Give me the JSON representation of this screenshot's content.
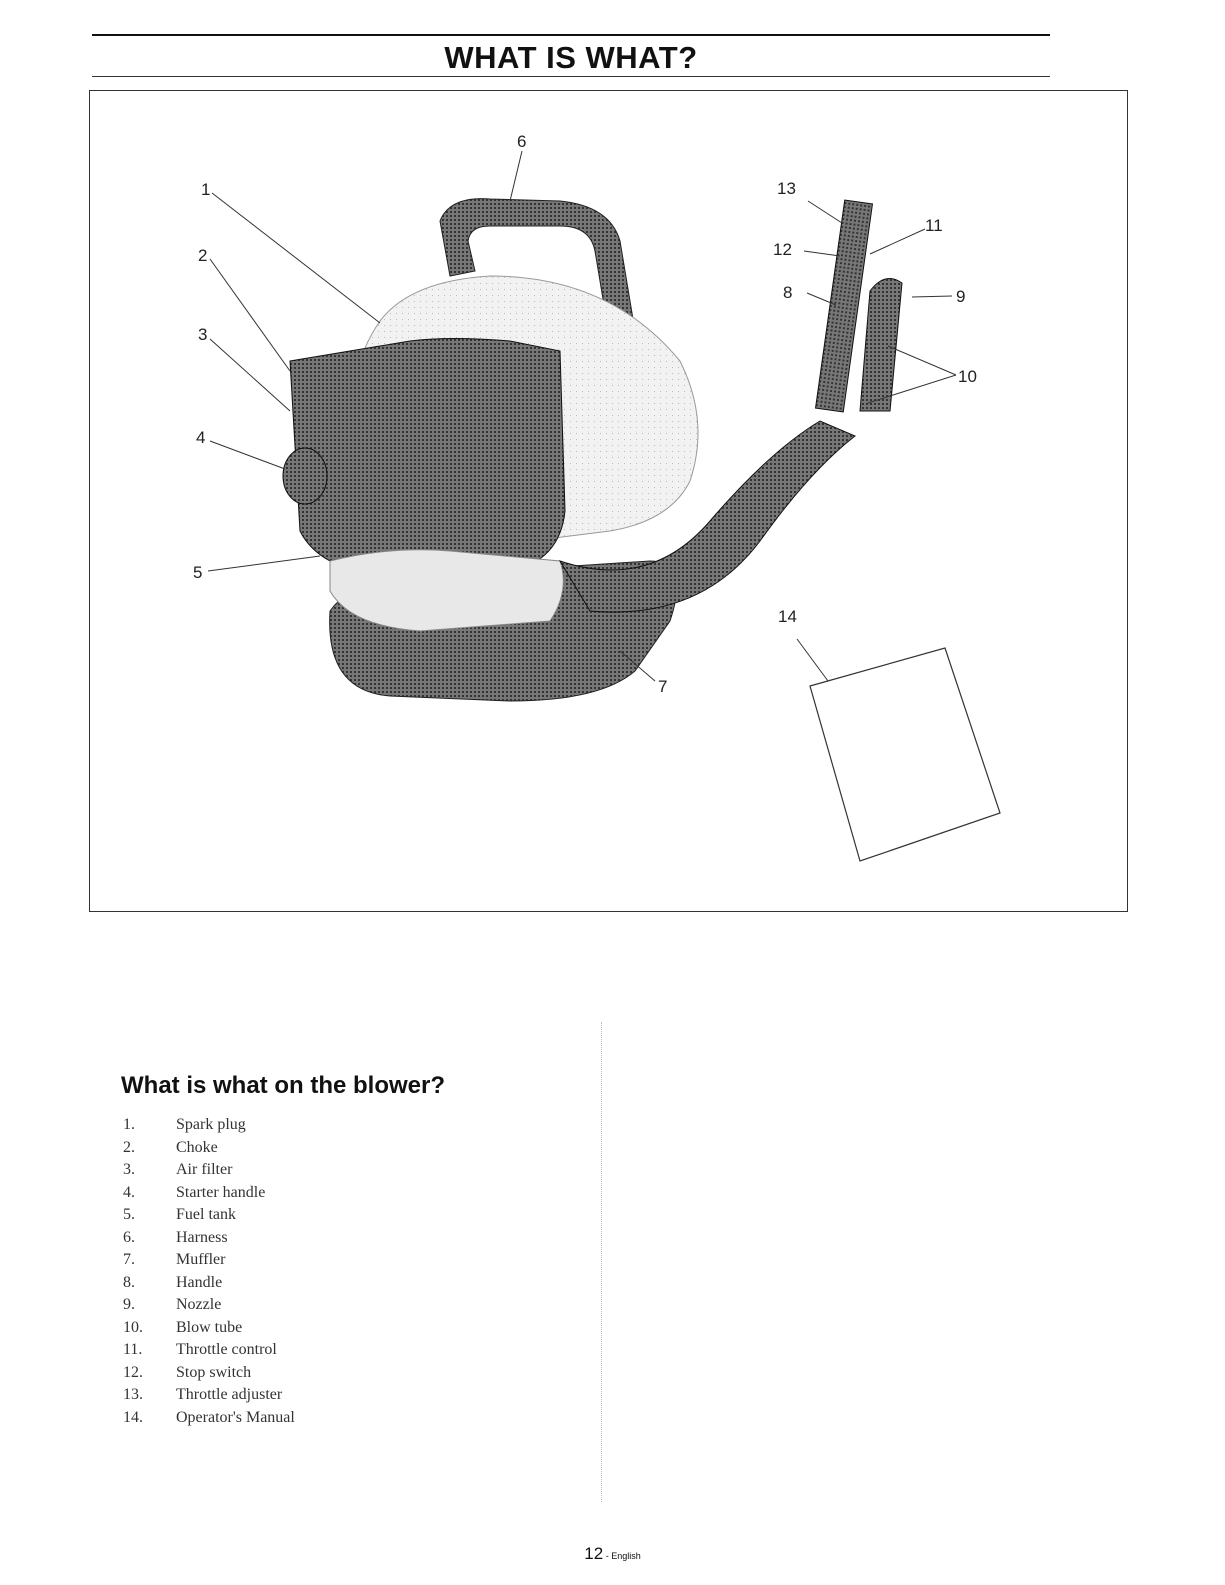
{
  "header": {
    "title": "WHAT IS WHAT?"
  },
  "figure": {
    "callouts": [
      "1",
      "2",
      "3",
      "4",
      "5",
      "6",
      "7",
      "8",
      "9",
      "10",
      "11",
      "12",
      "13",
      "14"
    ]
  },
  "section": {
    "heading": "What is what on the blower?",
    "items": [
      {
        "num": "1.",
        "label": "Spark plug"
      },
      {
        "num": "2.",
        "label": "Choke"
      },
      {
        "num": "3.",
        "label": "Air filter"
      },
      {
        "num": "4.",
        "label": "Starter handle"
      },
      {
        "num": "5.",
        "label": "Fuel tank"
      },
      {
        "num": "6.",
        "label": "Harness"
      },
      {
        "num": "7.",
        "label": "Muffler"
      },
      {
        "num": "8.",
        "label": "Handle"
      },
      {
        "num": "9.",
        "label": "Nozzle"
      },
      {
        "num": "10.",
        "label": "Blow tube"
      },
      {
        "num": "11.",
        "label": "Throttle control"
      },
      {
        "num": "12.",
        "label": "Stop switch"
      },
      {
        "num": "13.",
        "label": "Throttle adjuster"
      },
      {
        "num": "14.",
        "label": "Operator's Manual"
      }
    ]
  },
  "footer": {
    "page_number": "12",
    "separator": " - ",
    "language": "English"
  }
}
